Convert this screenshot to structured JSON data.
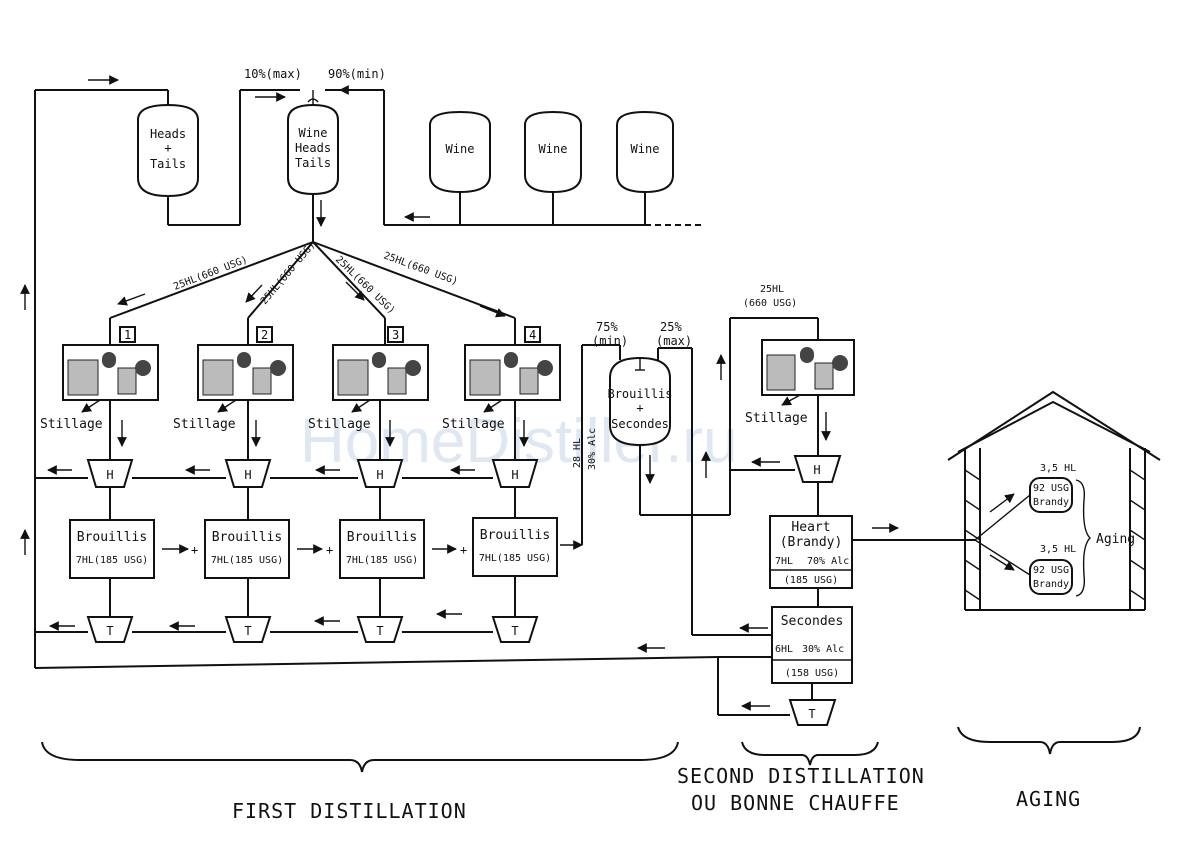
{
  "watermark": "HomeDistiller.ru",
  "tanks": {
    "heads_tails": [
      "Heads",
      "+",
      "Tails"
    ],
    "wine_heads_tails": [
      "Wine",
      "Heads",
      "Tails"
    ],
    "wine": "Wine"
  },
  "flow_labels": {
    "ten_max": "10%(max)",
    "ninety_min": "90%(min)",
    "charge": "25HL(660 USG)",
    "seventy_five_min": [
      "75%",
      "(min)"
    ],
    "twenty_five_max": [
      "25%",
      "(max)"
    ],
    "second_charge": [
      "25HL",
      "(660 USG)"
    ],
    "brouillis_transfer": [
      "28 HL",
      "30% Alc"
    ]
  },
  "first_distillation": {
    "stills": [
      "1",
      "2",
      "3",
      "4"
    ],
    "stillage": "Stillage",
    "heads_label": "H",
    "tails_label": "T",
    "brouillis_title": "Brouillis",
    "brouillis_volume": "7HL(185 USG)",
    "plus": "+"
  },
  "second_distillation": {
    "brouillis_secondes": [
      "Brouillis",
      "+",
      "Secondes"
    ],
    "stillage": "Stillage",
    "heads_label": "H",
    "tails_label": "T",
    "heart": {
      "title": "Heart",
      "subtitle": "(Brandy)",
      "volume": "7HL",
      "alc": "70% Alc",
      "usg": "(185 USG)"
    },
    "secondes": {
      "title": "Secondes",
      "volume": "6HL",
      "alc": "30% Alc",
      "usg": "(158 USG)"
    }
  },
  "aging": {
    "cask_volume": "3,5 HL",
    "cask_label": [
      "92 USG",
      "Brandy"
    ],
    "label": "Aging"
  },
  "sections": {
    "first": "FIRST DISTILLATION",
    "second": [
      "SECOND DISTILLATION",
      "OU  BONNE CHAUFFE"
    ],
    "aging": "AGING"
  }
}
